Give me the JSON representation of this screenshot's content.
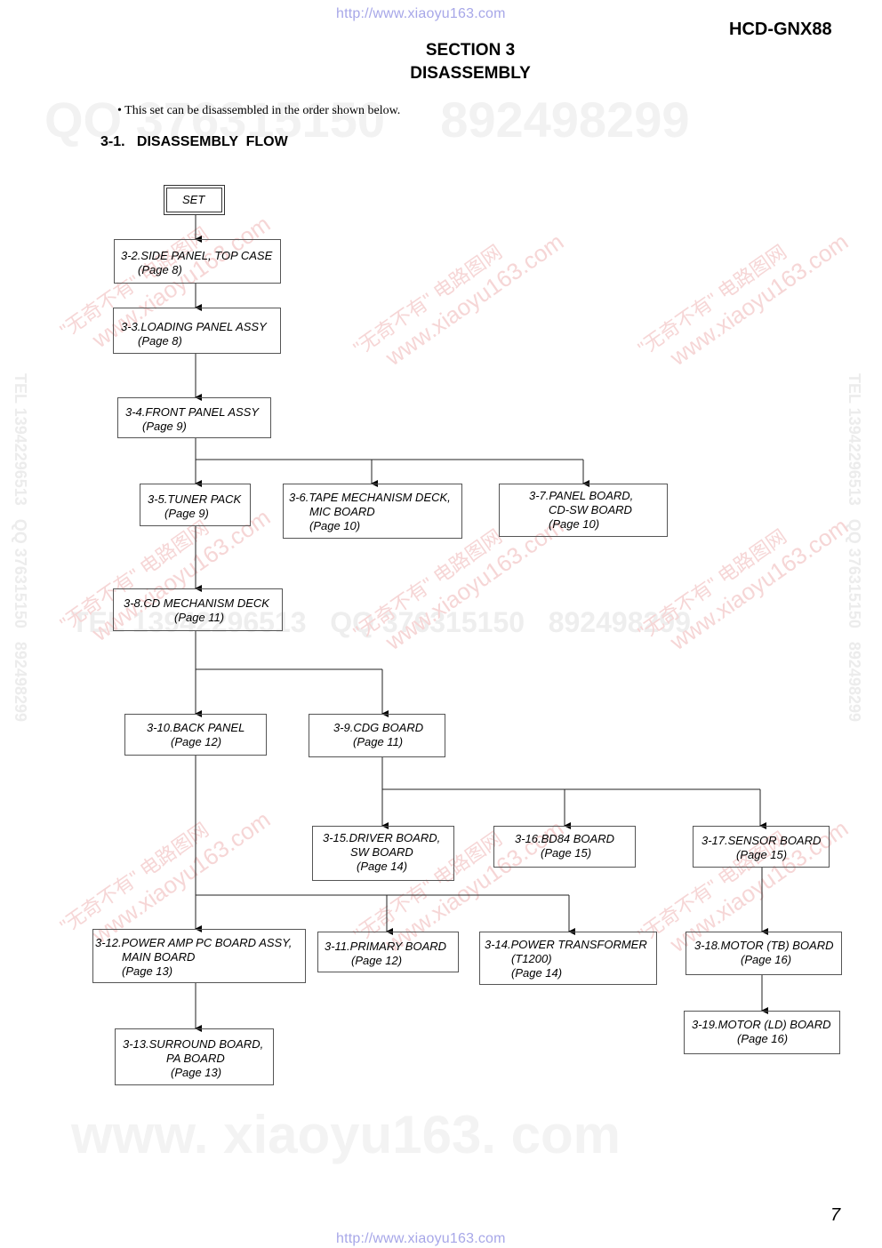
{
  "header": {
    "top_url": "http://www.xiaoyu163.com",
    "model": "HCD-GNX88",
    "section": "SECTION 3",
    "title": "DISASSEMBLY"
  },
  "intro": "• This set can be disassembled in the order shown below.",
  "subheading": "3-1.   DISASSEMBLY  FLOW",
  "nodes": {
    "set": "SET",
    "n3_2": [
      "3-2.SIDE PANEL, TOP CASE",
      "(Page 8)"
    ],
    "n3_3": [
      "3-3.LOADING PANEL ASSY",
      "(Page 8)"
    ],
    "n3_4": [
      "3-4.FRONT PANEL ASSY",
      "(Page 9)"
    ],
    "n3_5": [
      "3-5.TUNER PACK",
      "(Page 9)"
    ],
    "n3_6": [
      "3-6.TAPE MECHANISM DECK,",
      "MIC BOARD",
      "(Page 10)"
    ],
    "n3_7": [
      "3-7.PANEL BOARD,",
      "CD-SW BOARD",
      "(Page 10)"
    ],
    "n3_8": [
      "3-8.CD MECHANISM DECK",
      "(Page 11)"
    ],
    "n3_9": [
      "3-9.CDG BOARD",
      "(Page 11)"
    ],
    "n3_10": [
      "3-10.BACK PANEL",
      "(Page 12)"
    ],
    "n3_11": [
      "3-11.PRIMARY BOARD",
      "(Page 12)"
    ],
    "n3_12": [
      "3-12.POWER AMP PC BOARD ASSY,",
      "MAIN BOARD",
      "(Page 13)"
    ],
    "n3_13": [
      "3-13.SURROUND BOARD,",
      "PA BOARD",
      "(Page 13)"
    ],
    "n3_14": [
      "3-14.POWER TRANSFORMER",
      "(T1200)",
      "(Page 14)"
    ],
    "n3_15": [
      "3-15.DRIVER BOARD,",
      "SW BOARD",
      "(Page 14)"
    ],
    "n3_16": [
      "3-16.BD84 BOARD",
      "(Page 15)"
    ],
    "n3_17": [
      "3-17.SENSOR BOARD",
      "(Page 15)"
    ],
    "n3_18": [
      "3-18.MOTOR (TB) BOARD",
      "(Page 16)"
    ],
    "n3_19": [
      "3-19.MOTOR (LD) BOARD",
      "(Page 16)"
    ]
  },
  "watermarks": {
    "qq_top": "QQ 376315150    892498299",
    "tel_mid": "TEL 13942296513   QQ 376315150   892498299",
    "side": "TEL 13942296513   QQ 376315150   892498299",
    "diag_cn": "\"无奇不有\" 电路图网",
    "diag_url": "www.xiaoyu163.com",
    "bottom": "www. xiaoyu163. com"
  },
  "footer": {
    "page_number": "7",
    "bottom_url": "http://www.xiaoyu163.com"
  }
}
